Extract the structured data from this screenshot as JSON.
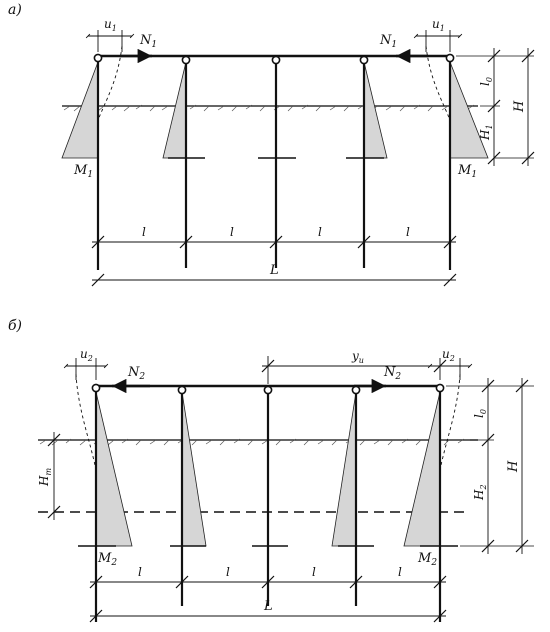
{
  "panel_a": {
    "panel_label": "а)",
    "force_left": "N",
    "force_left_sub": "1",
    "force_right": "N",
    "force_right_sub": "1",
    "disp_left": "u",
    "disp_left_sub": "1",
    "disp_right": "u",
    "disp_right_sub": "1",
    "moment_left": "M",
    "moment_left_sub": "1",
    "moment_right": "M",
    "moment_right_sub": "1",
    "height_free": "l",
    "height_free_sub": "0",
    "height_embed": "H",
    "height_embed_sub": "1",
    "height_total": "H",
    "spans": [
      "l",
      "l",
      "l",
      "l"
    ],
    "total_length": "L"
  },
  "panel_b": {
    "panel_label": "б)",
    "force_left": "N",
    "force_left_sub": "2",
    "force_right": "N",
    "force_right_sub": "2",
    "disp_left": "u",
    "disp_left_sub": "2",
    "disp_right": "u",
    "disp_right_sub": "2",
    "deflection_dim": "y",
    "deflection_dim_sub": "и",
    "moment_left": "M",
    "moment_left_sub": "2",
    "moment_right": "M",
    "moment_right_sub": "2",
    "height_free": "l",
    "height_free_sub": "0",
    "height_embed": "H",
    "height_embed_sub": "2",
    "height_total": "H",
    "water_level": "H",
    "water_level_sub": "т",
    "spans": [
      "l",
      "l",
      "l",
      "l"
    ],
    "total_length": "L"
  }
}
